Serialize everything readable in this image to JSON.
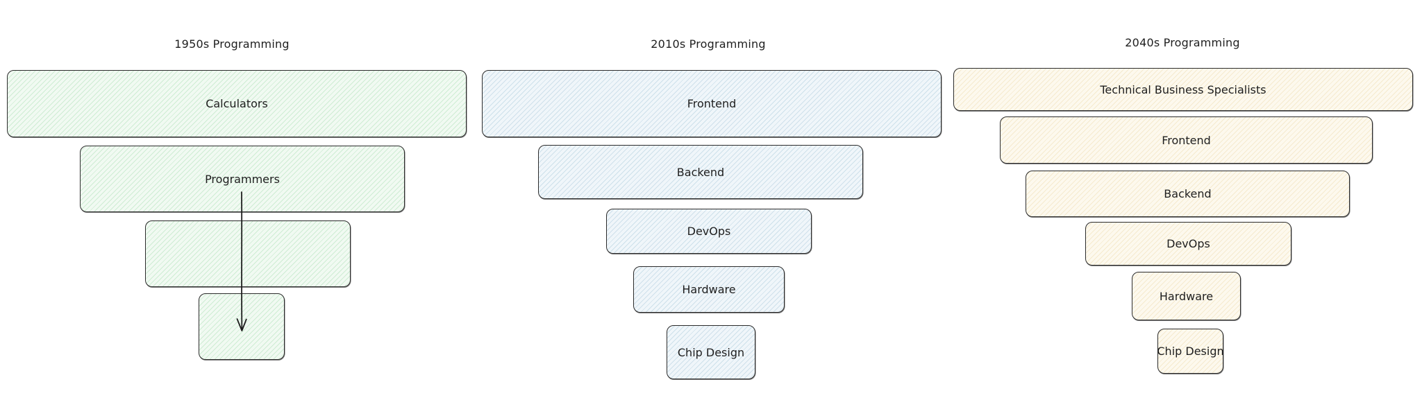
{
  "columns": {
    "c1950": {
      "title": "1950s Programming",
      "layers": {
        "l1": "Calculators",
        "l2": "Programmers",
        "l3": "",
        "l4": ""
      }
    },
    "c2010": {
      "title": "2010s Programming",
      "layers": {
        "l1": "Frontend",
        "l2": "Backend",
        "l3": "DevOps",
        "l4": "Hardware",
        "l5": "Chip Design"
      }
    },
    "c2040": {
      "title": "2040s Programming",
      "layers": {
        "l1": "Technical Business Specialists",
        "l2": "Frontend",
        "l3": "Backend",
        "l4": "DevOps",
        "l5": "Hardware",
        "l6": "Chip Design"
      }
    }
  },
  "colors": {
    "green_fill": "#f1faf2",
    "blue_fill": "#f0f6fa",
    "yellow_fill": "#fdf9ee",
    "stroke": "#2b2b2b"
  }
}
